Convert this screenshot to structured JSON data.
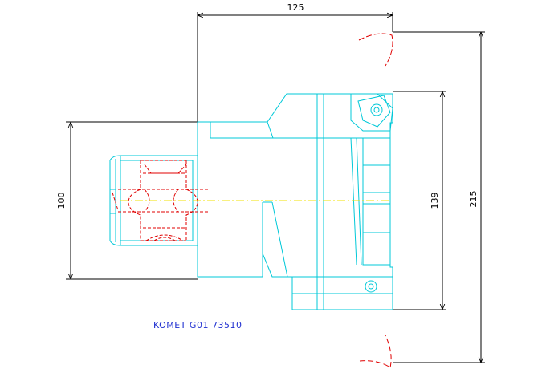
{
  "dimensions": {
    "overall_length": "125",
    "shank_diameter": "100",
    "min_bore": "139",
    "max_bore": "215"
  },
  "caption": "KOMET G01 73510",
  "colors": {
    "body_outline": "#00c8d8",
    "dimension_line": "#000000",
    "hidden_line": "#e00000",
    "center_line": "#f0e000",
    "caption_text": "#1f2fd0"
  }
}
